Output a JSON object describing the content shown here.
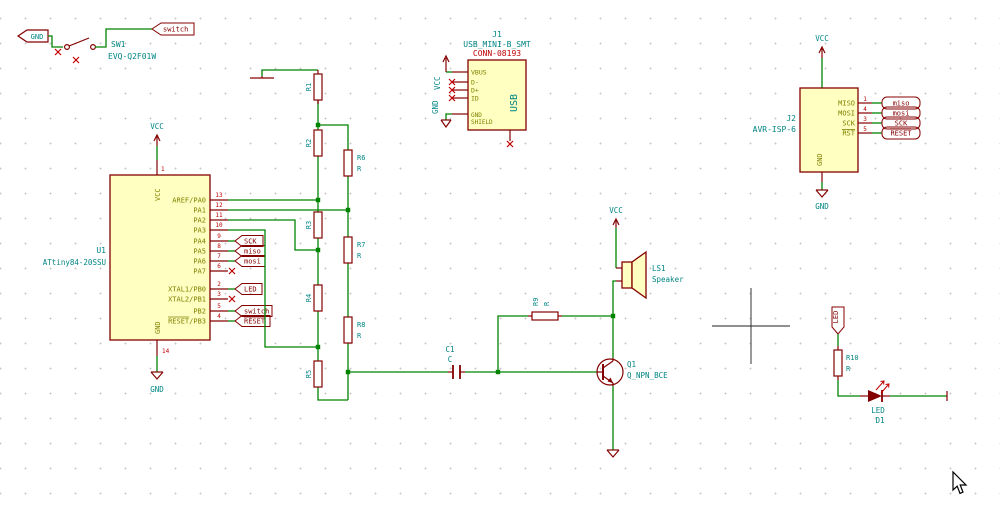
{
  "schematic": {
    "switch_block": {
      "gnd": "GND",
      "ref": "SW1",
      "value": "EVQ-Q2F01W",
      "net": "switch"
    },
    "usb": {
      "ref": "J1",
      "value": "USB_MINI-B_SMT",
      "footprint": "CONN-08193",
      "vcc": "VCC",
      "gnd": "GND",
      "body": "USB",
      "pins": [
        "VBUS",
        "D-",
        "D+",
        "ID",
        "GND",
        "SHIELD"
      ]
    },
    "isp": {
      "ref": "J2",
      "value": "AVR-ISP-6",
      "vcc": "VCC",
      "gnd": "GND",
      "gnd_pin": "GND",
      "pins": [
        {
          "num": "1",
          "name": "MISO",
          "label": "miso"
        },
        {
          "num": "4",
          "name": "MOSI",
          "label": "mosi"
        },
        {
          "num": "3",
          "name": "SCK",
          "label": "SCK"
        },
        {
          "num": "5",
          "name": "RST",
          "label": "RESET"
        }
      ]
    },
    "mcu": {
      "ref": "U1",
      "value": "ATtiny84-20SSU",
      "vcc": "VCC",
      "gnd": "GND",
      "pin1_num": "1",
      "pin14_num": "14",
      "vcc_pin": "VCC",
      "gnd_pin": "GND",
      "pins": [
        {
          "num": "13",
          "name": "AREF/PA0"
        },
        {
          "num": "12",
          "name": "PA1"
        },
        {
          "num": "11",
          "name": "PA2"
        },
        {
          "num": "10",
          "name": "PA3"
        },
        {
          "num": "9",
          "name": "PA4",
          "label": "SCK"
        },
        {
          "num": "8",
          "name": "PA5",
          "label": "miso"
        },
        {
          "num": "7",
          "name": "PA6",
          "label": "mosi"
        },
        {
          "num": "6",
          "name": "PA7"
        },
        {
          "num": "2",
          "name": "XTAL1/PB0",
          "label": "LED"
        },
        {
          "num": "3",
          "name": "XTAL2/PB1"
        },
        {
          "num": "5",
          "name": "PB2",
          "label": "switch"
        },
        {
          "num": "4",
          "name": "RESET/PB3",
          "label": "RESET"
        }
      ]
    },
    "resistors": {
      "r1": "R1",
      "r2": "R2",
      "r3": "R3",
      "r4": "R4",
      "r5": "R5",
      "r6": "R6",
      "r6v": "R",
      "r7": "R7",
      "r7v": "R",
      "r8": "R8",
      "r8v": "R",
      "r9": "R9",
      "r9v": "R",
      "r10": "R10",
      "r10v": "R"
    },
    "capacitor": {
      "ref": "C1",
      "value": "C"
    },
    "speaker": {
      "vcc": "VCC",
      "ref": "LS1",
      "value": "Speaker"
    },
    "transistor": {
      "ref": "Q1",
      "value": "Q_NPN_BCE"
    },
    "led_branch": {
      "net": "LED",
      "d_value": "LED",
      "d_ref": "D1"
    }
  },
  "colors": {
    "wire": "#008400",
    "outline": "#840000",
    "fill": "#FFFFC2",
    "pin_name": "#808000",
    "pin_number": "#C00000",
    "text": "#008484"
  }
}
